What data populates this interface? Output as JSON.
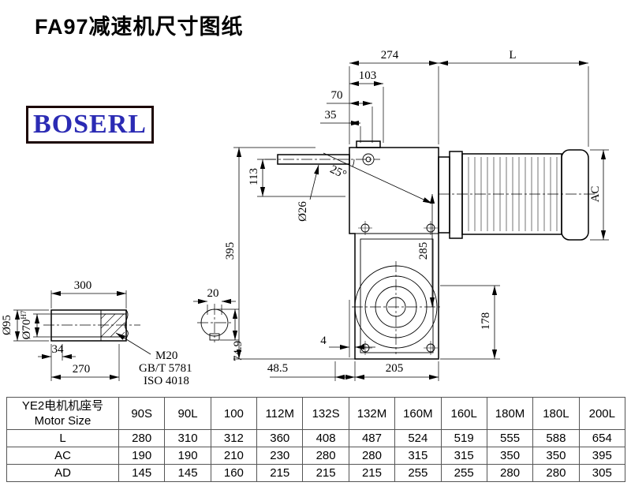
{
  "page": {
    "title": "FA97减速机尺寸图纸"
  },
  "logo": {
    "text": "BOSERL"
  },
  "drawing": {
    "dims": {
      "d274": "274",
      "dL": "L",
      "d103": "103",
      "d70": "70",
      "d35": "35",
      "a25": "25°",
      "dia26": "Ø26",
      "d113": "113",
      "d395": "395",
      "d285": "285",
      "dAC": "AC",
      "d178": "178",
      "d4": "4",
      "d48_5": "48.5",
      "d205": "205"
    },
    "shaft": {
      "d300": "300",
      "dia95": "Ø95",
      "dia70": "Ø70",
      "tolH7": "H7",
      "d34": "34",
      "d270": "270",
      "m20": "M20",
      "gb": "GB/T 5781",
      "iso": "ISO 4018"
    },
    "section": {
      "d20": "20",
      "d74_9": "74.9"
    }
  },
  "table": {
    "header": {
      "line1": "YE2电机机座号",
      "line2": "Motor Size"
    },
    "sizes": [
      "90S",
      "90L",
      "100",
      "112M",
      "132S",
      "132M",
      "160M",
      "160L",
      "180M",
      "180L",
      "200L"
    ],
    "rows": [
      {
        "label": "L",
        "values": [
          "280",
          "310",
          "312",
          "360",
          "408",
          "487",
          "524",
          "519",
          "555",
          "588",
          "654"
        ]
      },
      {
        "label": "AC",
        "values": [
          "190",
          "190",
          "210",
          "230",
          "280",
          "280",
          "315",
          "315",
          "350",
          "350",
          "395"
        ]
      },
      {
        "label": "AD",
        "values": [
          "145",
          "145",
          "160",
          "215",
          "215",
          "215",
          "255",
          "255",
          "280",
          "280",
          "305"
        ]
      }
    ]
  }
}
